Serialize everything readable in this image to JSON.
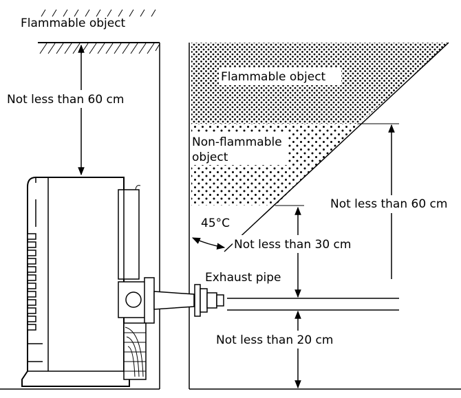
{
  "labels": {
    "flammable_top": "Flammable object",
    "clearance_top": "Not less than 60 cm",
    "flammable_zone": "Flammable object",
    "nonflammable_line1": "Non-flammable",
    "nonflammable_line2": "object",
    "clearance_right": "Not less than 60 cm",
    "angle": "45°C",
    "clearance_pipe_above": "Not less than 30 cm",
    "exhaust_pipe": "Exhaust pipe",
    "clearance_pipe_below": "Not less than 20 cm"
  },
  "colors": {
    "ink": "#000000",
    "paper": "#ffffff"
  }
}
